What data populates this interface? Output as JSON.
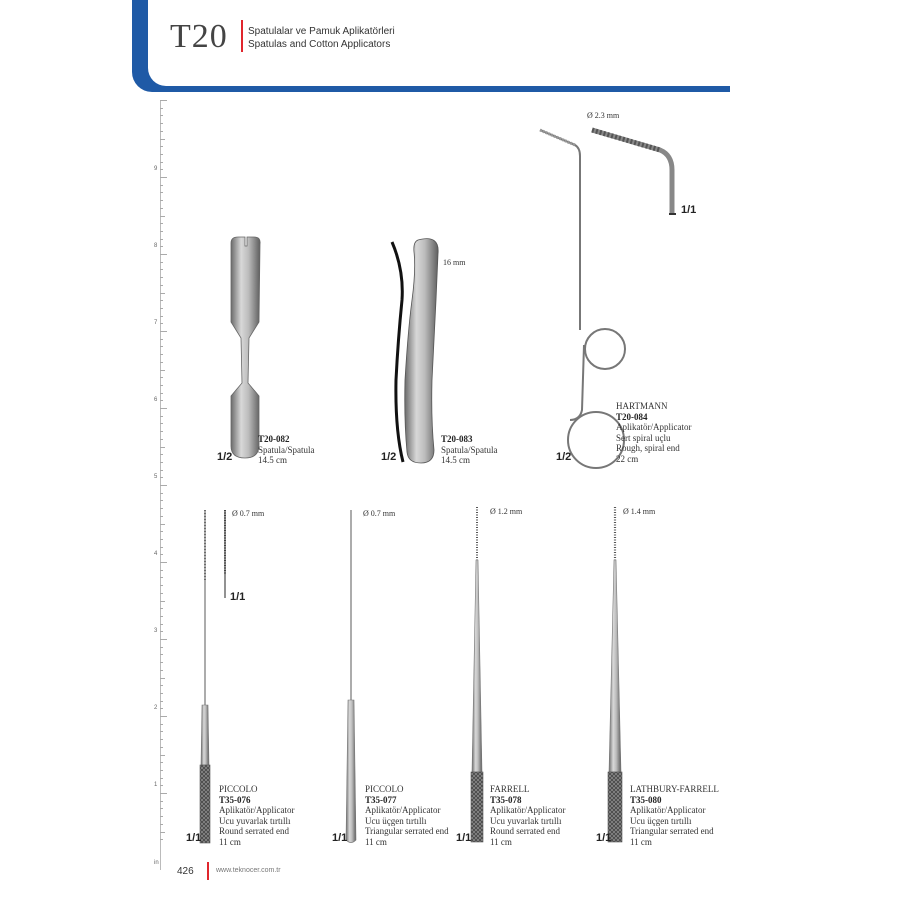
{
  "header": {
    "code": "T20",
    "title_tr": "Spatulalar ve Pamuk Aplikatörleri",
    "title_en": "Spatulas and Cotton Applicators",
    "accent_color": "#1f5aa6",
    "red_color": "#e0262d"
  },
  "ruler": {
    "numbers": [
      "9",
      "8",
      "7",
      "6",
      "5",
      "4",
      "3",
      "2",
      "1"
    ],
    "unit": "in"
  },
  "products": {
    "p082": {
      "code": "T20-082",
      "lines": [
        "Spatula/Spatula",
        "14.5 cm"
      ],
      "scale": "1/2"
    },
    "p083": {
      "code": "T20-083",
      "lines": [
        "Spatula/Spatula",
        "14.5 cm"
      ],
      "scale": "1/2",
      "dimension": "16  mm"
    },
    "p084": {
      "name": "HARTMANN",
      "code": "T20-084",
      "lines": [
        "Aplikatör/Applicator",
        "Sert spiral uçlu",
        "Rough, spiral end",
        "22 cm"
      ],
      "scale": "1/2",
      "dimension": "Ø 2.3 mm",
      "detail_scale": "1/1"
    },
    "p076": {
      "name": "PICCOLO",
      "code": "T35-076",
      "lines": [
        "Aplikatör/Applicator",
        "Ucu yuvarlak tırtıllı",
        "Round serrated end",
        "11 cm"
      ],
      "scale": "1/1",
      "dimension": "Ø 0.7 mm",
      "detail_scale": "1/1"
    },
    "p077": {
      "name": "PICCOLO",
      "code": "T35-077",
      "lines": [
        "Aplikatör/Applicator",
        "Ucu üçgen tırtıllı",
        "Triangular serrated end",
        "11 cm"
      ],
      "scale": "1/1",
      "dimension": "Ø 0.7 mm"
    },
    "p078": {
      "name": "FARRELL",
      "code": "T35-078",
      "lines": [
        "Aplikatör/Applicator",
        "Ucu yuvarlak tırtıllı",
        "Round serrated end",
        "11 cm"
      ],
      "scale": "1/1",
      "dimension": "Ø 1.2 mm"
    },
    "p080": {
      "name": "LATHBURY-FARRELL",
      "code": "T35-080",
      "lines": [
        "Aplikatör/Applicator",
        "Ucu üçgen tırtıllı",
        "Triangular serrated end",
        "11 cm"
      ],
      "scale": "1/1",
      "dimension": "Ø 1.4 mm"
    }
  },
  "footer": {
    "page": "426",
    "url": "www.teknocer.com.tr"
  }
}
